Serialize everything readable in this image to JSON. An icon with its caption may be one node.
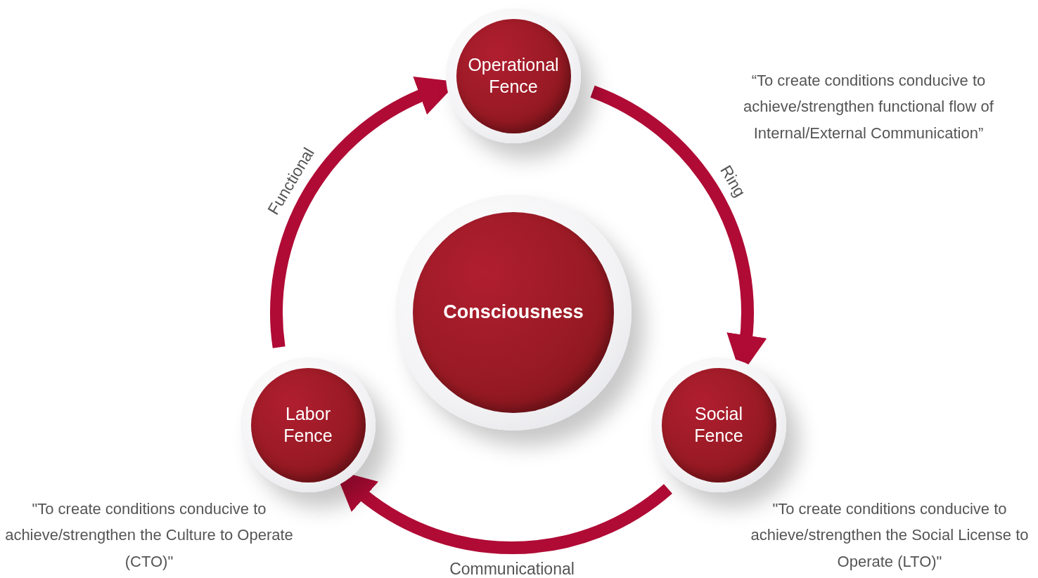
{
  "diagram": {
    "nodes": [
      {
        "text": [
          "Operational Fence"
        ]
      },
      {
        "text": [
          "Consciousness"
        ]
      },
      {
        "text": [
          "Social Fence"
        ]
      },
      {
        "text": [
          "Labor Fence"
        ]
      }
    ],
    "edges": [
      {
        "from": 3,
        "to": 0,
        "arrow": "to",
        "label": "Functional"
      },
      {
        "from": 0,
        "to": 2,
        "arrow": "to",
        "label": "Ring"
      },
      {
        "from": 2,
        "to": 3,
        "arrow": "to",
        "label": "Communicational"
      }
    ],
    "labels": [
      "“To create conditions conducive to achieve/strengthen functional flow of Internal/External Communication”",
      "\"To create conditions conducive to achieve/strengthen the Culture to Operate (CTO)\"",
      "\"To create conditions conducive to achieve/strengthen the Social License to Operate (LTO)\""
    ]
  }
}
